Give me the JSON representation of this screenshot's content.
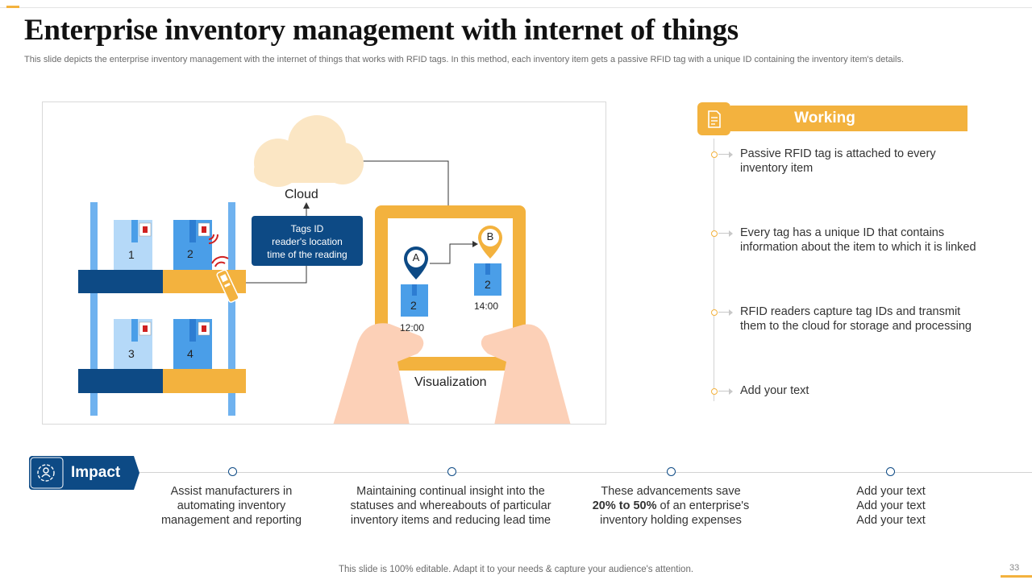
{
  "title": "Enterprise inventory management with internet of things",
  "subtitle": "This slide depicts the enterprise inventory management with the internet of things that works with RFID tags. In this method, each inventory item gets a passive RFID tag with a unique ID containing the inventory item's details.",
  "illustration": {
    "cloud_label": "Cloud",
    "tag_box": [
      "Tags ID",
      "reader's location",
      "time of the reading"
    ],
    "box_numbers": [
      "1",
      "2",
      "3",
      "4"
    ],
    "pin_a": "A",
    "pin_b": "B",
    "tablet_box_a": "2",
    "tablet_box_b": "2",
    "time_a": "12:00",
    "time_b": "14:00",
    "visualization_label": "Visualization"
  },
  "working": {
    "heading": "Working",
    "icon": "document-icon",
    "items": [
      [
        "Passive RFID tag is attached to every",
        "inventory item"
      ],
      [
        "Every tag has a unique ID that contains",
        "information about the item to which it is linked"
      ],
      [
        "RFID readers capture tag IDs and transmit",
        "them to the cloud for storage and processing"
      ],
      [
        "Add your text"
      ]
    ]
  },
  "impact": {
    "heading": "Impact",
    "icon": "people-network-icon",
    "col1": [
      "Assist manufacturers in",
      "automating inventory",
      "management and reporting"
    ],
    "col2": [
      "Maintaining  continual insight into the",
      "statuses and whereabouts of particular",
      "inventory items and reducing lead time"
    ],
    "col3_line1": "These advancements save",
    "col3_bold": "20% to 50%",
    "col3_line2_rest": " of an enterprise's",
    "col3_line3": "inventory holding expenses",
    "col4": [
      "Add your text",
      "Add your text",
      "Add your text"
    ]
  },
  "footer": "This slide is 100% editable. Adapt it to your needs & capture your audience's attention.",
  "page_number": "33",
  "colors": {
    "accent": "#f3b23e",
    "navy": "#0d4a85",
    "light_blue": "#b5d9f8",
    "mid_blue": "#4a9ee8"
  }
}
